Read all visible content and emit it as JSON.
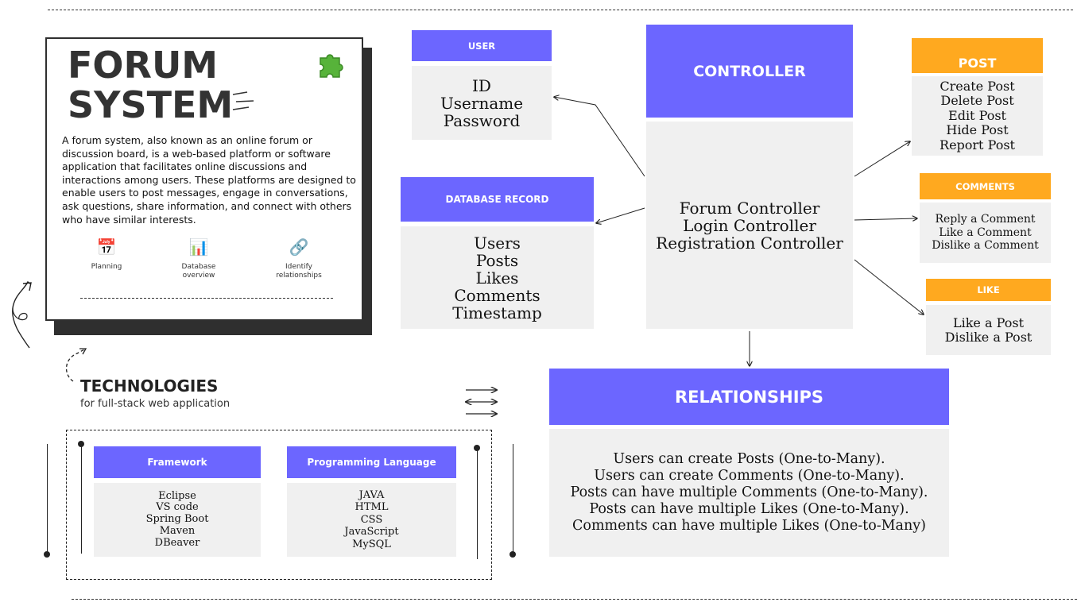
{
  "intro": {
    "title_line1": "FORUM",
    "title_line2": "SYSTEM",
    "description": "A forum system, also known as an online forum or discussion board, is a web-based platform or software application that facilitates online discussions and interactions among users. These platforms are designed to enable users to post messages, engage in conversations, ask questions, share information, and connect with others who have similar interests.",
    "features": [
      {
        "icon": "calendar-icon",
        "glyph": "📅",
        "label": "Planning"
      },
      {
        "icon": "bar-chart-icon",
        "glyph": "📊",
        "label": "Database overview"
      },
      {
        "icon": "link-icon",
        "glyph": "🔗",
        "label": "Identify relationships"
      }
    ]
  },
  "technologies": {
    "title": "TECHNOLOGIES",
    "subtitle": "for full-stack web application",
    "framework": {
      "header": "Framework",
      "items": [
        "Eclipse",
        "VS code",
        "Spring Boot",
        "Maven",
        "DBeaver"
      ]
    },
    "language": {
      "header": "Programming Language",
      "items": [
        "JAVA",
        "HTML",
        "CSS",
        "JavaScript",
        "MySQL"
      ]
    }
  },
  "user": {
    "header": "USER",
    "items": [
      "ID",
      "Username",
      "Password"
    ]
  },
  "database_record": {
    "header": "DATABASE RECORD",
    "items": [
      "Users",
      "Posts",
      "Likes",
      "Comments",
      "Timestamp"
    ]
  },
  "controller": {
    "header": "CONTROLLER",
    "items": [
      "Forum Controller",
      "Login Controller",
      "Registration Controller"
    ]
  },
  "post": {
    "header": "POST",
    "items": [
      "Create Post",
      "Delete Post",
      "Edit Post",
      "Hide Post",
      "Report Post"
    ]
  },
  "comments": {
    "header": "COMMENTS",
    "items": [
      "Reply a Comment",
      "Like a Comment",
      "Dislike a Comment"
    ]
  },
  "like": {
    "header": "LIKE",
    "items": [
      "Like a Post",
      "Dislike a Post"
    ]
  },
  "relationships": {
    "header": "RELATIONSHIPS",
    "items": [
      "Users can create Posts (One-to-Many).",
      "Users can create Comments (One-to-Many).",
      "Posts can have multiple Comments (One-to-Many).",
      "Posts can have multiple Likes (One-to-Many).",
      "Comments can have multiple Likes (One-to-Many)"
    ]
  },
  "colors": {
    "purple": "#6c66ff",
    "orange": "#ffa91f",
    "panel": "#f0f0f0",
    "dark": "#2f2f2f"
  }
}
